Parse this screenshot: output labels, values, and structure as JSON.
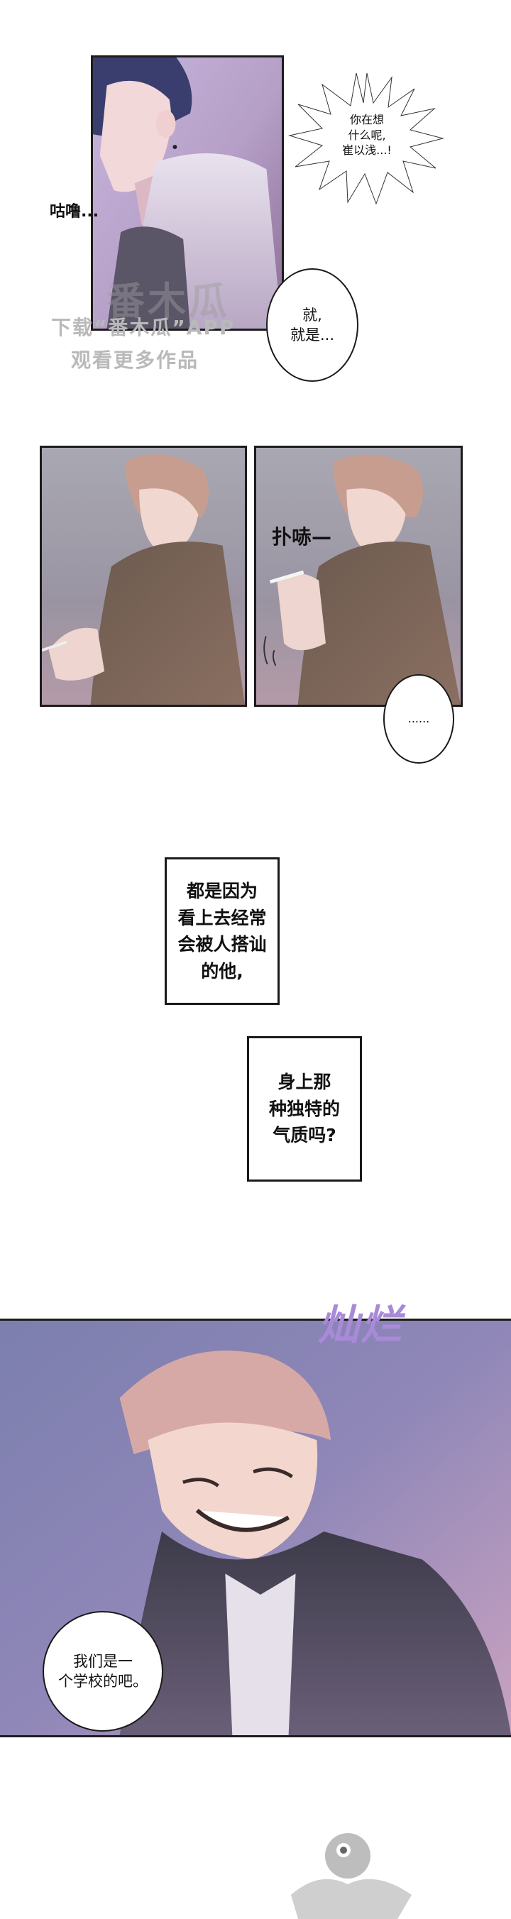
{
  "panel1": {
    "sfx": "咕噜...",
    "burst_text": "你在想\n什么呢,\n崔以浅...!",
    "bubble_text": "就,\n就是..."
  },
  "watermark": {
    "logo_text": "番木瓜",
    "line1": "下载“番木瓜”APP",
    "line2": "观看更多作品"
  },
  "panel3": {
    "sfx": "扑哧—"
  },
  "ellipsis_bubble": "......",
  "caption1": "都是因为\n看上去经常\n会被人搭讪\n的他,",
  "caption2": "身上那\n种独特的\n气质吗?",
  "panel4": {
    "sfx": "灿烂",
    "bubble_text": "我们是一\n个学校的吧。"
  },
  "colors": {
    "panel1_bg": "#c9b4d6",
    "panel2_bg": "#9c9aa7",
    "panel4_bg": "#7f86b4",
    "sfx_purple": "#a98ad8",
    "hair_pink": "#d7a9a6"
  }
}
